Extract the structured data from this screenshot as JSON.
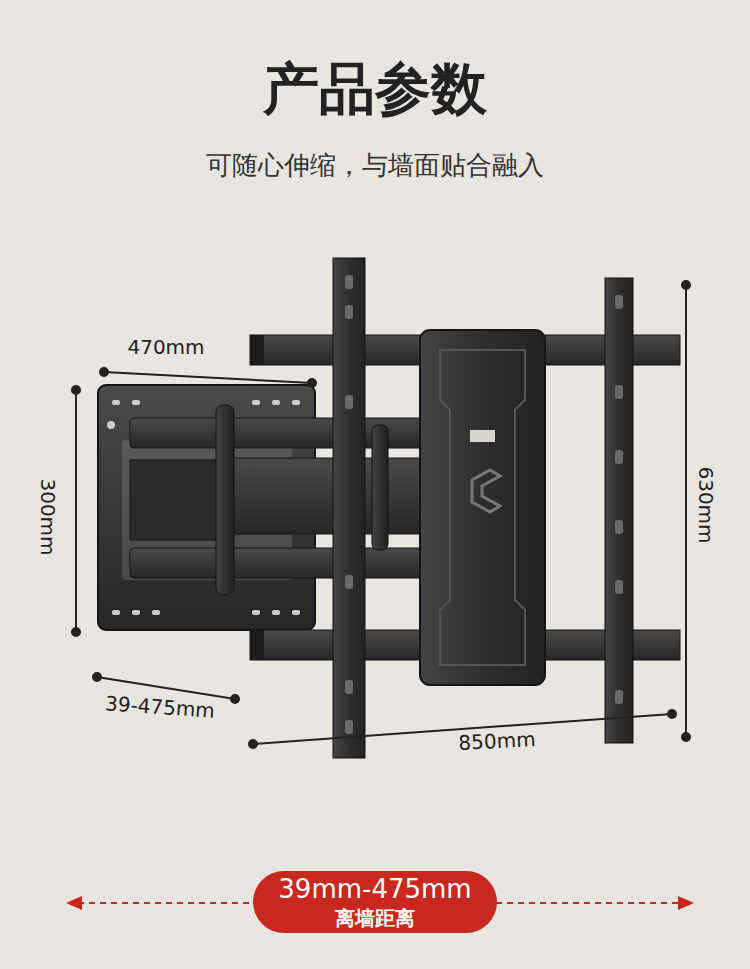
{
  "diagram": {
    "title": "产品参数",
    "nodes": [
      {
        "text": [
          "39mm-475mm",
          "离墙距离"
        ]
      }
    ],
    "labels": [
      "可随心伸缩，与墙面贴合融入",
      "470mm",
      "300mm",
      "39-475mm",
      "850mm",
      "630mm"
    ]
  }
}
